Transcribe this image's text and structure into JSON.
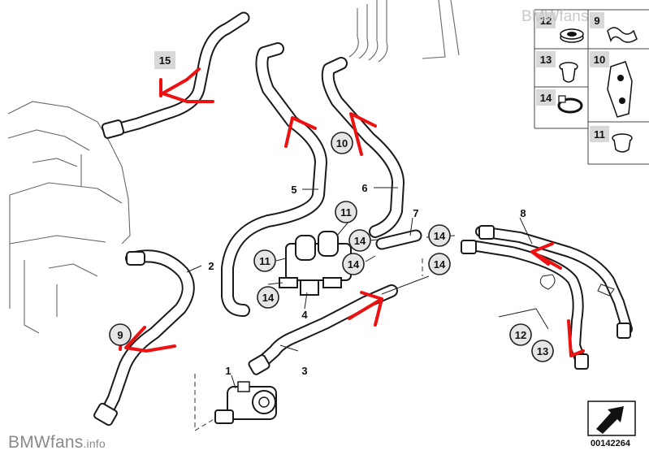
{
  "watermark": {
    "brand": "BMWfans",
    "suffix": ".info",
    "top_text": "BMWfans"
  },
  "diagram_id": "00142264",
  "callouts": {
    "c15": "15",
    "c5": "5",
    "c6": "6",
    "c7": "7",
    "c8": "8",
    "c2": "2",
    "c3": "3",
    "c4": "4",
    "c1": "1",
    "c10": "10",
    "c11a": "11",
    "c11b": "11",
    "c14a": "14",
    "c14b": "14",
    "c14c": "14",
    "c14d": "14",
    "c14e": "14",
    "c9": "9",
    "c12": "12",
    "c13": "13"
  },
  "legend": {
    "p12": "12",
    "p9": "9",
    "p13": "13",
    "p10": "10",
    "p14": "14",
    "p11": "11"
  },
  "colors": {
    "arrow": "#ee1111",
    "hose": "#1a1a1a",
    "callout_fill": "#e6e6e6",
    "legend_fill": "#d8d8d8"
  }
}
